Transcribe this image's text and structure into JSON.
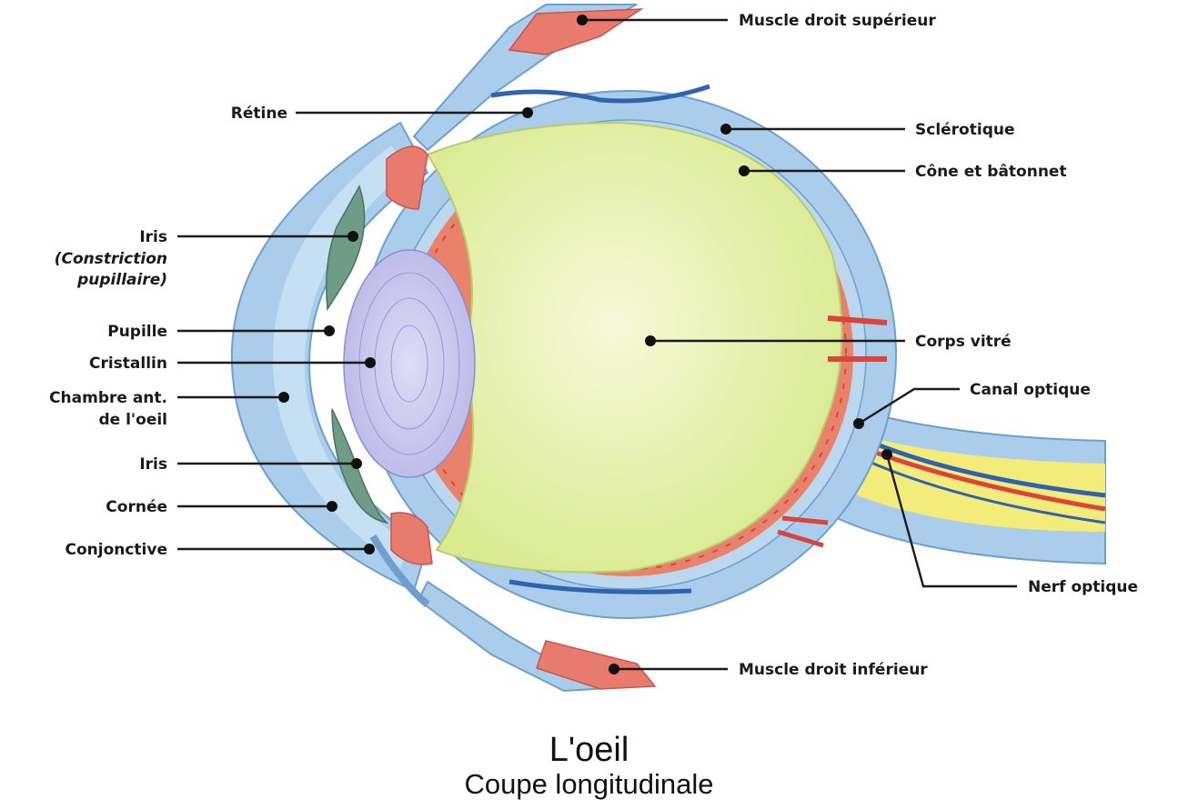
{
  "title": "L'oeil",
  "subtitle": "Coupe longitudinale",
  "labels": {
    "muscle_sup": "Muscle droit supérieur",
    "retine": "Rétine",
    "sclerotique": "Sclérotique",
    "cone": "Cône et bâtonnet",
    "iris_top_1": "Iris",
    "iris_top_2": "(Constriction",
    "iris_top_3": "pupillaire)",
    "pupille": "Pupille",
    "cristallin": "Cristallin",
    "chambre_1": "Chambre ant.",
    "chambre_2": "de l'oeil",
    "iris_bottom": "Iris",
    "cornee": "Cornée",
    "conjonctive": "Conjonctive",
    "corps_vitre": "Corps vitré",
    "canal_optique": "Canal optique",
    "nerf_optique": "Nerf optique",
    "muscle_inf": "Muscle droit inférieur"
  },
  "colors": {
    "sclera": "#a9cdea",
    "sclera_dark": "#6f9fcf",
    "vitreous": "#e2efa4",
    "vitreous_center": "#f2f7cc",
    "retina": "#e8826a",
    "muscle": "#e87a6e",
    "iris": "#6f9c86",
    "lens": "#c9c9ee",
    "optic_yellow": "#f3ec7a",
    "vessel_red": "#d9453a",
    "vessel_blue": "#2f63b0"
  }
}
